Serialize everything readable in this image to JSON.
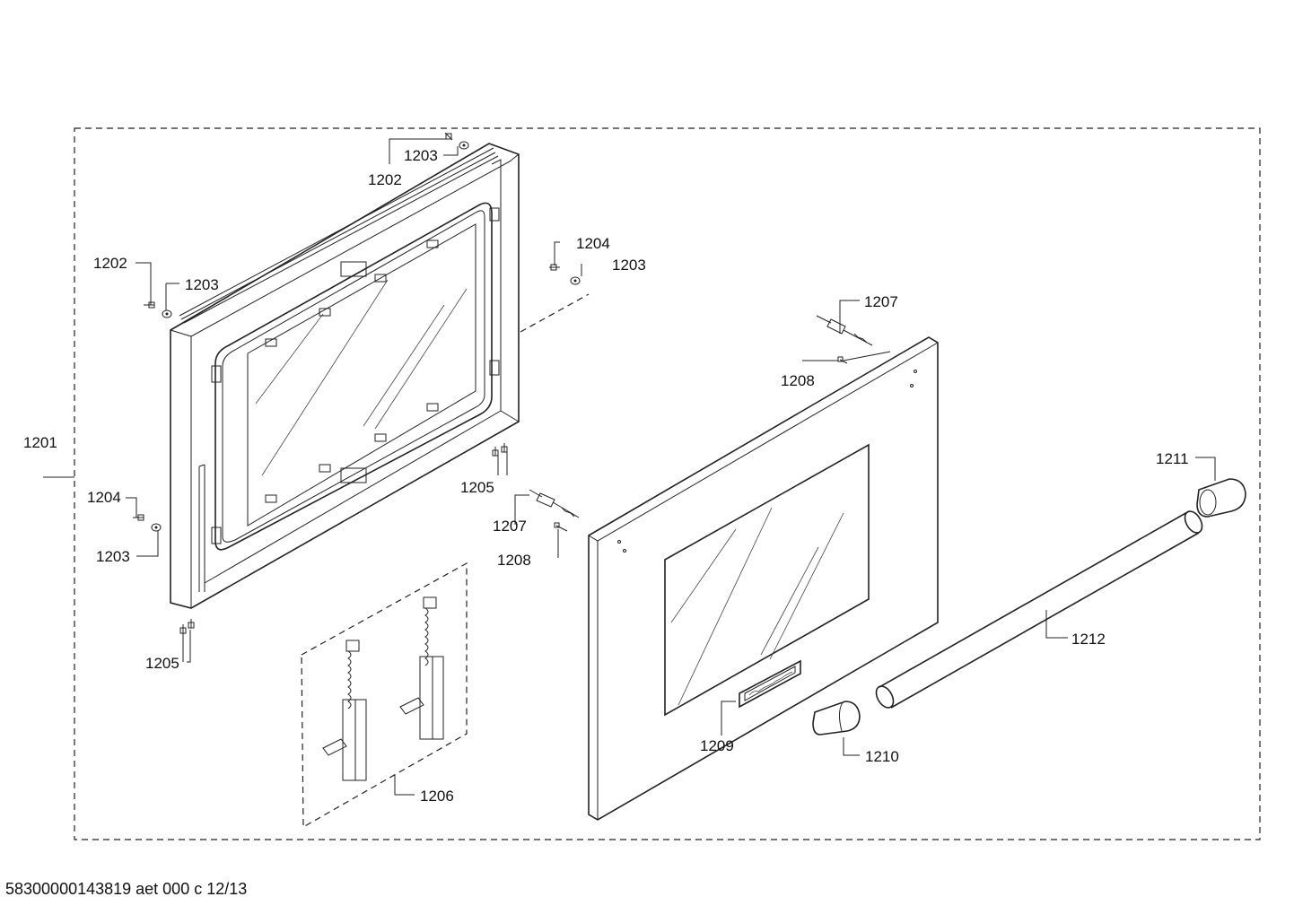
{
  "labels": {
    "l1201": "1201",
    "l1202a": "1202",
    "l1202b": "1202",
    "l1203a": "1203",
    "l1203b": "1203",
    "l1203c": "1203",
    "l1203d": "1203",
    "l1204a": "1204",
    "l1204b": "1204",
    "l1205a": "1205",
    "l1205b": "1205",
    "l1206": "1206",
    "l1207a": "1207",
    "l1207b": "1207",
    "l1208a": "1208",
    "l1208b": "1208",
    "l1209": "1209",
    "l1210": "1210",
    "l1211": "1211",
    "l1212": "1212"
  },
  "footer": "58300000143819 aet 000 c 12/13"
}
